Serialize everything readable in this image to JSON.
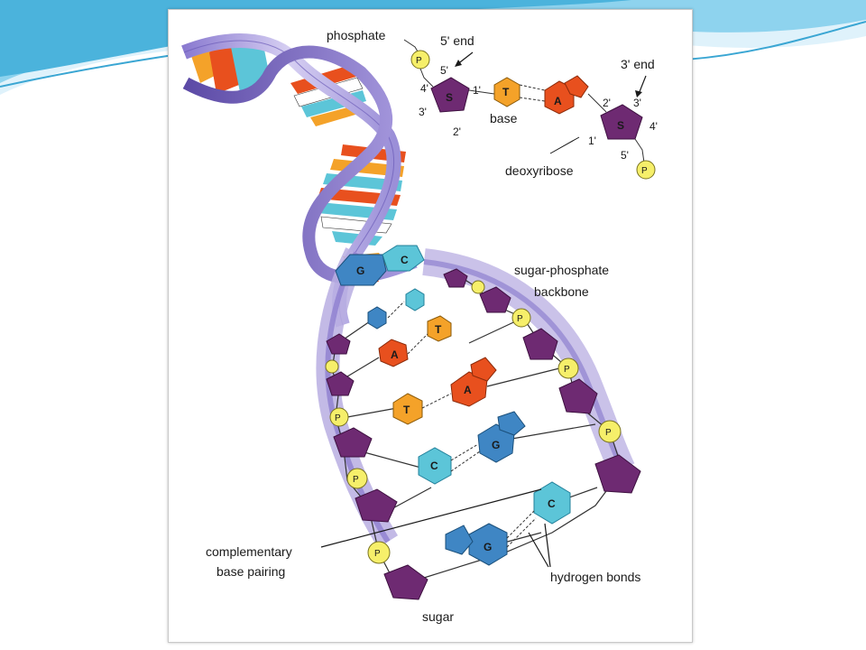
{
  "labels": {
    "phosphate": "phosphate",
    "five_prime_end": "5' end",
    "three_prime_end": "3' end",
    "base": "base",
    "deoxyribose": "deoxyribose",
    "sugar_phosphate_backbone_1": "sugar-phosphate",
    "sugar_phosphate_backbone_2": "backbone",
    "complementary_1": "complementary",
    "complementary_2": "base pairing",
    "hydrogen_bonds": "hydrogen bonds",
    "sugar": "sugar"
  },
  "carbon_numbers": {
    "left_4": "4'",
    "left_5": "5'",
    "left_3": "3'",
    "left_1": "1'",
    "left_2": "2'",
    "right_2": "2'",
    "right_3": "3'",
    "right_4": "4'",
    "right_1": "1'",
    "right_5": "5'"
  },
  "symbols": {
    "phosphate": "P",
    "sugar": "S",
    "thymine": "T",
    "adenine": "A",
    "guanine": "G",
    "cytosine": "C"
  },
  "colors": {
    "sugar": "#6e2a72",
    "phosphate": "#f6ef6a",
    "thymine": "#f4a229",
    "adenine": "#e8501e",
    "guanine": "#3f86c4",
    "cytosine": "#5cc5d8",
    "backbone_ribbon": "#b9aee0",
    "swoosh": "#4bb3dc"
  }
}
